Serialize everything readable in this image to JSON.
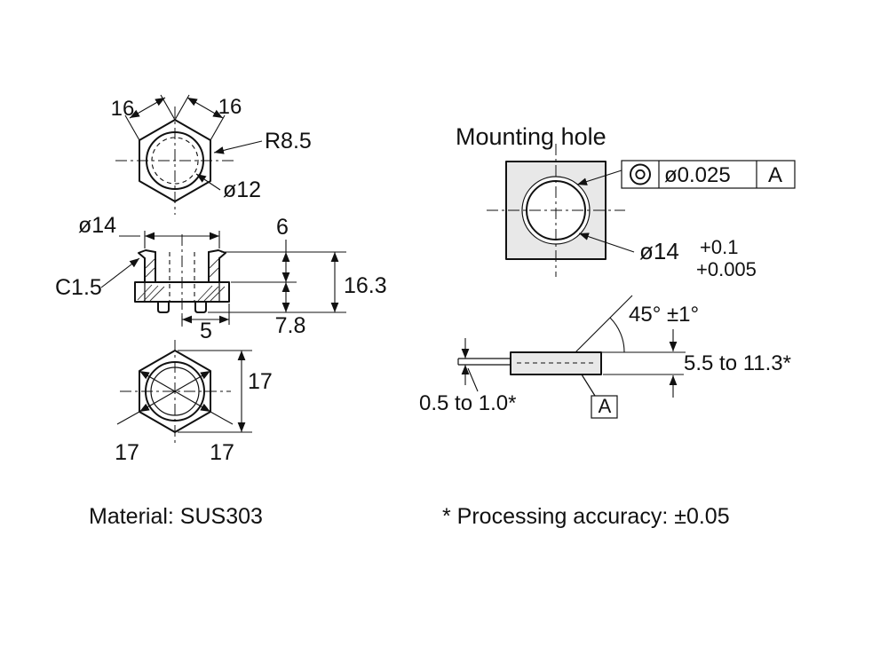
{
  "views": {
    "top": {
      "dim_left": "16",
      "dim_right": "16",
      "radius": "R8.5",
      "bore": "ø12"
    },
    "section": {
      "dia": "ø14",
      "chamfer": "C1.5",
      "height_top": "6",
      "height_total": "16.3",
      "height_hex": "5",
      "height_lower": "7.8"
    },
    "bottom": {
      "across_vertical": "17",
      "across_diag_left": "17",
      "across_diag_right": "17"
    },
    "material_note": "Material: SUS303"
  },
  "mounting": {
    "title": "Mounting hole",
    "tolerance_frame": {
      "value": "ø0.025",
      "datum": "A"
    },
    "hole": {
      "dia": "ø14",
      "tol_upper": "+0.1",
      "tol_lower": "+0.005"
    },
    "chamfer_angle": "45° ±1°",
    "edge_thickness": "0.5 to 1.0*",
    "plate_thickness": "5.5 to 11.3*",
    "datum_label": "A"
  },
  "footnote": "* Processing accuracy: ±0.05"
}
